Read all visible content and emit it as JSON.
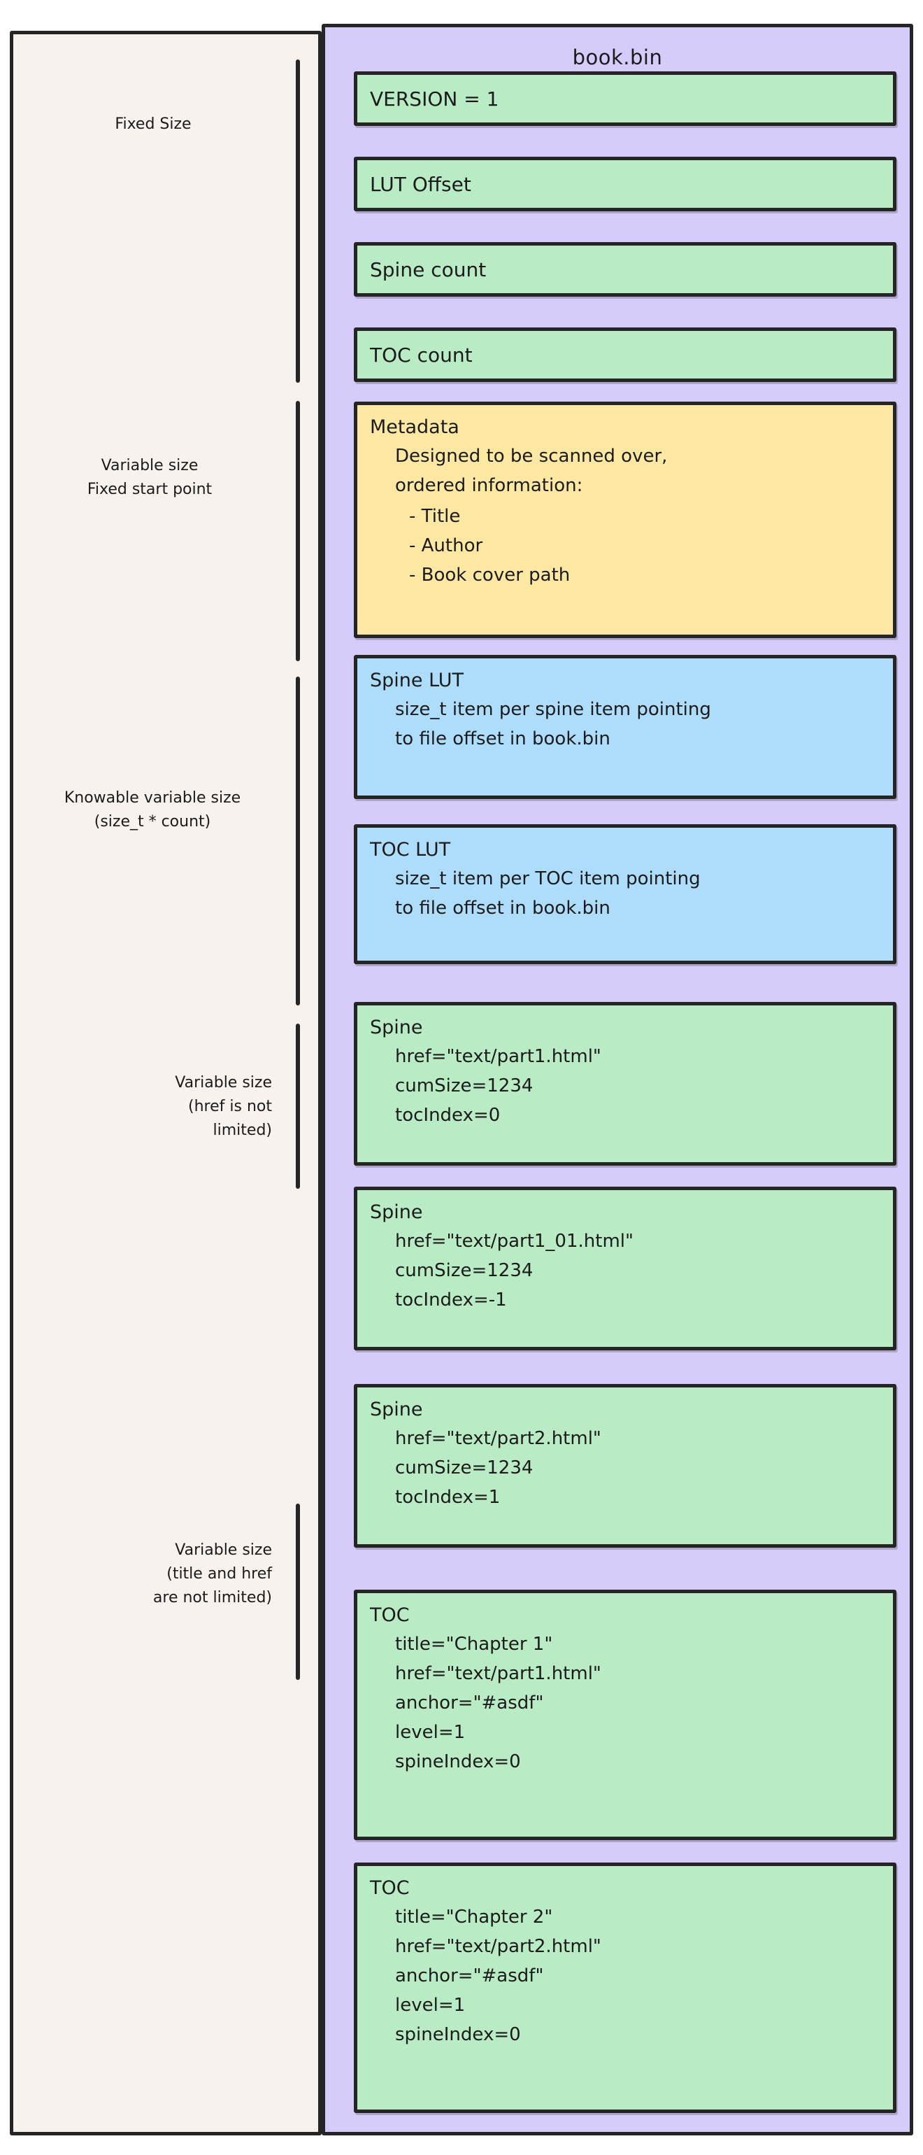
{
  "diagram": {
    "title": "book.bin",
    "colors": {
      "canvas": "#ffffff",
      "left_panel": "#f8f2ee",
      "right_panel": "#d6ccf9",
      "green": "#b9ecc4",
      "yellow": "#fce8a2",
      "blue": "#aedcfb",
      "stroke": "#252525"
    }
  },
  "annotations": [
    {
      "text": "Fixed Size"
    },
    {
      "text": "Variable size\nFixed start point"
    },
    {
      "text": "Knowable variable size\n(size_t * count)"
    },
    {
      "text": "Variable size\n(href is not\nlimited)"
    },
    {
      "text": "Variable size\n(title and href\nare not limited)"
    }
  ],
  "sections": [
    {
      "id": "header",
      "boxes": [
        {
          "id": "version",
          "color": "green",
          "title": "VERSION = 1",
          "lines": []
        },
        {
          "id": "lut-offset",
          "color": "green",
          "title": "LUT Offset",
          "lines": []
        },
        {
          "id": "spine-count",
          "color": "green",
          "title": "Spine count",
          "lines": []
        },
        {
          "id": "toc-count",
          "color": "green",
          "title": "TOC count",
          "lines": []
        }
      ]
    },
    {
      "id": "metadata",
      "boxes": [
        {
          "id": "metadata",
          "color": "yellow",
          "title": "Metadata",
          "lines": [
            "Designed to be scanned over,",
            "ordered information:"
          ],
          "bullets": [
            "- Title",
            "- Author",
            "- Book cover path"
          ]
        }
      ]
    },
    {
      "id": "luts",
      "boxes": [
        {
          "id": "spine-lut",
          "color": "blue",
          "title": "Spine LUT",
          "lines": [
            "size_t item per spine item pointing",
            "to file offset in book.bin"
          ]
        },
        {
          "id": "toc-lut",
          "color": "blue",
          "title": "TOC LUT",
          "lines": [
            "size_t item per TOC item pointing",
            "to file offset in book.bin"
          ]
        }
      ]
    },
    {
      "id": "spines",
      "boxes": [
        {
          "id": "spine-0",
          "color": "green",
          "title": "Spine",
          "lines": [
            "href=\"text/part1.html\"",
            "cumSize=1234",
            "tocIndex=0"
          ]
        },
        {
          "id": "spine-1",
          "color": "green",
          "title": "Spine",
          "lines": [
            "href=\"text/part1_01.html\"",
            "cumSize=1234",
            "tocIndex=-1"
          ]
        },
        {
          "id": "spine-2",
          "color": "green",
          "title": "Spine",
          "lines": [
            "href=\"text/part2.html\"",
            "cumSize=1234",
            "tocIndex=1"
          ]
        }
      ]
    },
    {
      "id": "tocs",
      "boxes": [
        {
          "id": "toc-0",
          "color": "green",
          "title": "TOC",
          "lines": [
            "title=\"Chapter 1\"",
            "href=\"text/part1.html\"",
            "anchor=\"#asdf\"",
            "level=1",
            "spineIndex=0"
          ]
        },
        {
          "id": "toc-1",
          "color": "green",
          "title": "TOC",
          "lines": [
            "title=\"Chapter 2\"",
            "href=\"text/part2.html\"",
            "anchor=\"#asdf\"",
            "level=1",
            "spineIndex=0"
          ]
        }
      ]
    }
  ]
}
